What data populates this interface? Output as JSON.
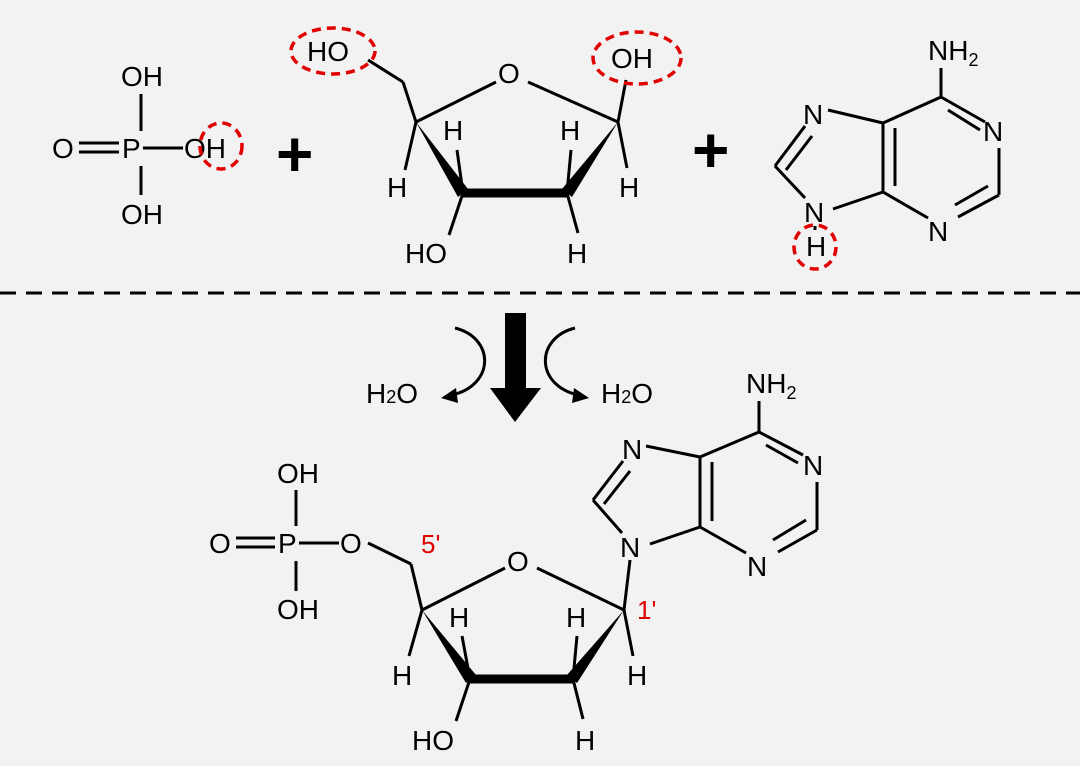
{
  "top": {
    "phosphate": {
      "oh_top": "OH",
      "o": "O",
      "p": "P",
      "oh_right": "OH",
      "oh_bottom": "OH"
    },
    "plus": "+",
    "sugar": {
      "ho_left": "HO",
      "ring_o": "O",
      "oh_right": "OH",
      "h1": "H",
      "h2": "H",
      "h3": "H",
      "h4": "H",
      "ho_bottom": "HO",
      "h5": "H"
    },
    "adenine": {
      "nh": "NH",
      "nh_sub": "2",
      "n7": "N",
      "n1": "N",
      "n9": "N",
      "n3": "N",
      "h": "H"
    }
  },
  "reaction": {
    "water_left": "H",
    "water_left_sub": "2",
    "water_left_o": "O",
    "water_right": "H",
    "water_right_sub": "2",
    "water_right_o": "O"
  },
  "product": {
    "phosphate": {
      "oh_top": "OH",
      "o": "O",
      "p": "P",
      "o_link": "O",
      "oh_bottom": "OH"
    },
    "sugar": {
      "ring_o": "O",
      "h1": "H",
      "h2": "H",
      "h3": "H",
      "h4": "H",
      "ho_bottom": "HO",
      "h5": "H"
    },
    "adenine": {
      "nh": "NH",
      "nh_sub": "2",
      "n7": "N",
      "n1": "N",
      "n9": "N",
      "n3": "N"
    },
    "labels": {
      "five_prime": "5'",
      "one_prime": "1'"
    }
  },
  "colors": {
    "background": "#f2f2f2",
    "highlight": "#e00000",
    "ink": "#000000"
  }
}
